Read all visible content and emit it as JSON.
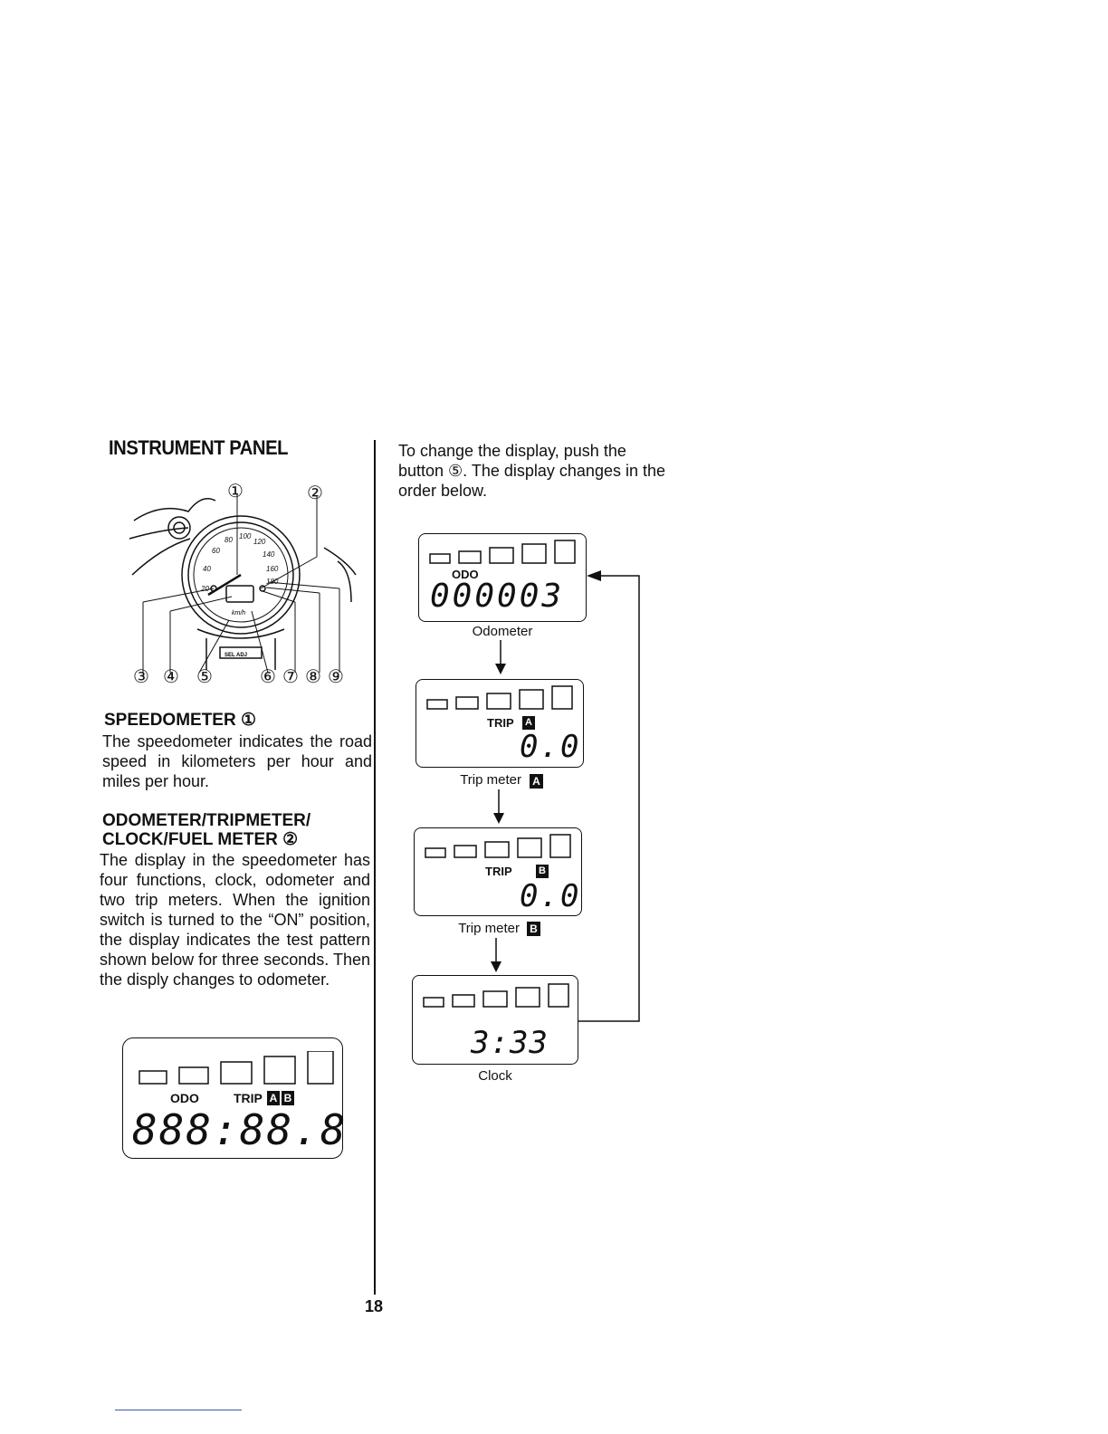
{
  "page": {
    "title": "INSTRUMENT PANEL",
    "page_number": "18"
  },
  "diagram": {
    "callouts_top": [
      "①",
      "②"
    ],
    "callouts_bottom_left": [
      "③",
      "④",
      "⑤"
    ],
    "callouts_bottom_right": [
      "⑥",
      "⑦",
      "⑧",
      "⑨"
    ],
    "gauge_ticks": [
      "20",
      "40",
      "60",
      "80",
      "100",
      "120",
      "140",
      "160",
      "180"
    ],
    "gauge_unit": "km/h",
    "button_label": "SEL ADJ"
  },
  "speedometer": {
    "heading": "SPEEDOMETER ①",
    "text": "The speedometer indicates the road speed in kilometers per hour and miles per hour."
  },
  "odometer_section": {
    "heading_line1": "ODOMETER/TRIPMETER/",
    "heading_line2": "CLOCK/FUEL METER ②",
    "text": "The display in the speedometer has four functions, clock, odometer and two trip meters. When the ignition switch is turned to the “ON” position, the display indicates the test pattern shown below for three seconds. Then the disply changes to odometer."
  },
  "test_pattern": {
    "odo_label": "ODO",
    "trip_label": "TRIP",
    "badge_a": "A",
    "badge_b": "B",
    "digits": "888:88.8"
  },
  "right_column": {
    "intro": "To change the display, push the button ⑤. The display changes in the order below."
  },
  "displays": [
    {
      "tag": "ODO",
      "badge": "",
      "value": "000003",
      "caption": "Odometer",
      "caption_badge": ""
    },
    {
      "tag": "TRIP",
      "badge": "A",
      "value": "0.0",
      "caption": "Trip meter",
      "caption_badge": "A"
    },
    {
      "tag": "TRIP",
      "badge": "B",
      "value": "0.0",
      "caption": "Trip meter",
      "caption_badge": "B"
    },
    {
      "tag": "",
      "badge": "",
      "value": "3:33",
      "caption": "Clock",
      "caption_badge": ""
    }
  ]
}
